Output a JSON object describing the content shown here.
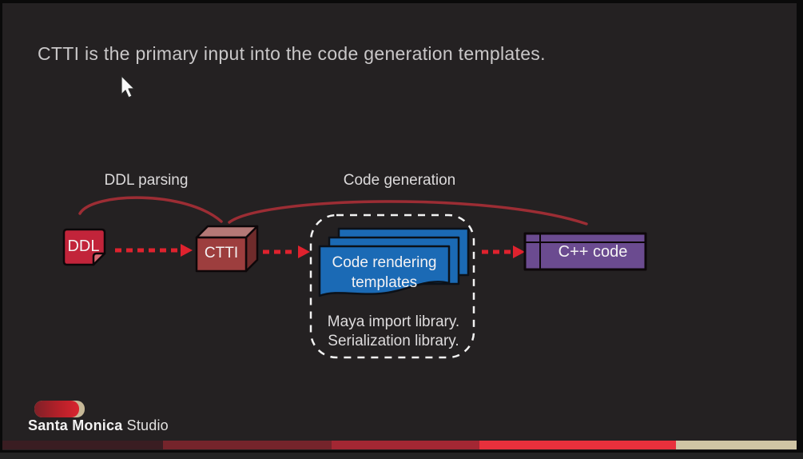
{
  "window": {
    "frame_color": "#0a0a0a",
    "background": "#1c1c1c"
  },
  "slide": {
    "background": "#242122",
    "title": "CTTI is the primary input into the code generation templates."
  },
  "diagram": {
    "ddl_parsing_label": "DDL parsing",
    "code_generation_label": "Code generation",
    "arc_color": "#9c2d34",
    "arrow_color": "#df222e",
    "container_border_color": "#f2f2f2",
    "nodes": {
      "ddl": {
        "label": "DDL",
        "fill": "#c2243a",
        "fold_fill": "#d96972",
        "shape": "document"
      },
      "ctti": {
        "label": "CTTI",
        "fill": "#9d3e3e",
        "top_fill": "#b47876",
        "side_fill": "#6f2b2b",
        "shape": "3d-box"
      },
      "templates": {
        "line1": "Code rendering",
        "line2": "templates",
        "fill": "#1b6ab5",
        "shape": "stacked-documents"
      },
      "cpp": {
        "label": "C++ code",
        "fill": "#6b4b90",
        "shape": "framed-rect"
      }
    },
    "note": {
      "line1": "Maya import library.",
      "line2": "Serialization library."
    }
  },
  "footer": {
    "studio_bold": "Santa Monica",
    "studio_regular": "Studio",
    "logo_red": "#c4212e",
    "logo_dark_red": "#7e2027",
    "logo_tan": "#c6b897"
  },
  "icons": {
    "cursor": "arrow-pointer",
    "logo": "santa-monica-studio-mark"
  },
  "progress_bar": {
    "segments": [
      {
        "color": "#3a1d22"
      },
      {
        "color": "#75242b"
      },
      {
        "color": "#a32733"
      },
      {
        "color": "#e8303c"
      },
      {
        "color": "#cfc4a4"
      }
    ]
  }
}
